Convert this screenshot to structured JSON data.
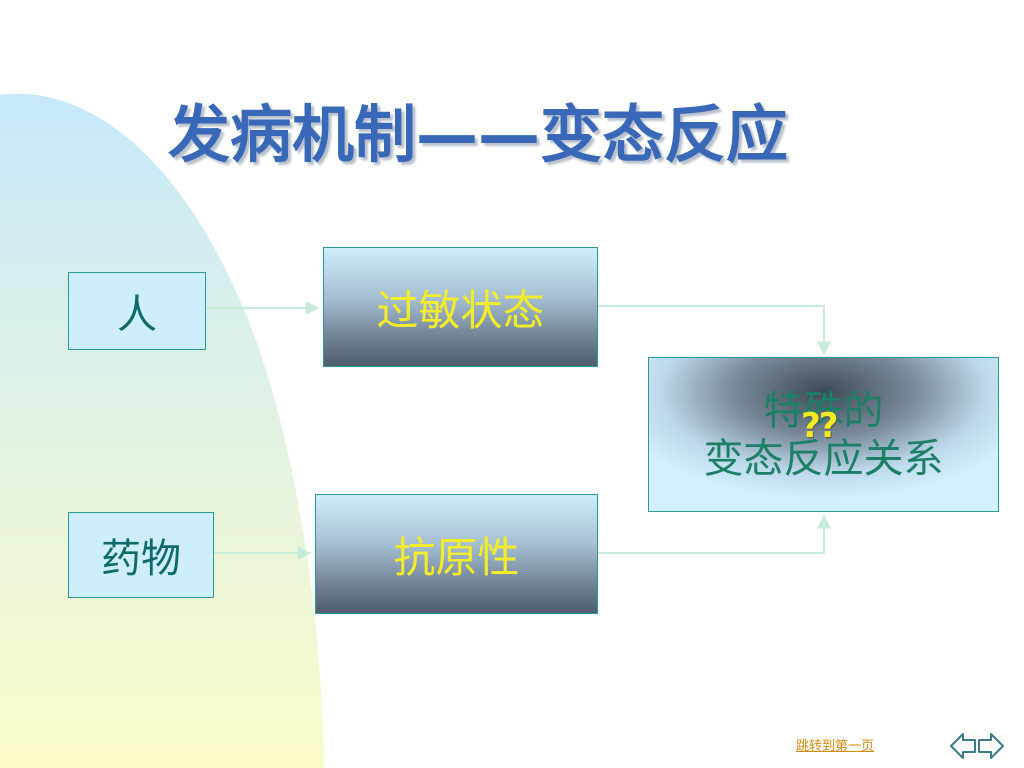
{
  "slide": {
    "title": "发病机制——变态反应"
  },
  "diagram": {
    "nodes": {
      "person": "人",
      "drug": "药物",
      "allergic_state": "过敏状态",
      "antigenicity": "抗原性",
      "result_line1": "特殊的",
      "result_line2": "变态反应关系",
      "question_marks": "??"
    },
    "edges": [
      {
        "from": "person",
        "to": "allergic_state"
      },
      {
        "from": "drug",
        "to": "antigenicity"
      },
      {
        "from": "allergic_state",
        "to": "result"
      },
      {
        "from": "antigenicity",
        "to": "result"
      }
    ]
  },
  "footer": {
    "jump_link": "跳转到第一页"
  },
  "colors": {
    "title": "#3a68b8",
    "box_border": "#2a9a98",
    "yellow_text": "#f2ec2a",
    "connector": "#c8ecd8",
    "link": "#d68a10"
  },
  "icons": {
    "prev": "arrow-left-outline-icon",
    "next": "arrow-right-outline-icon"
  }
}
